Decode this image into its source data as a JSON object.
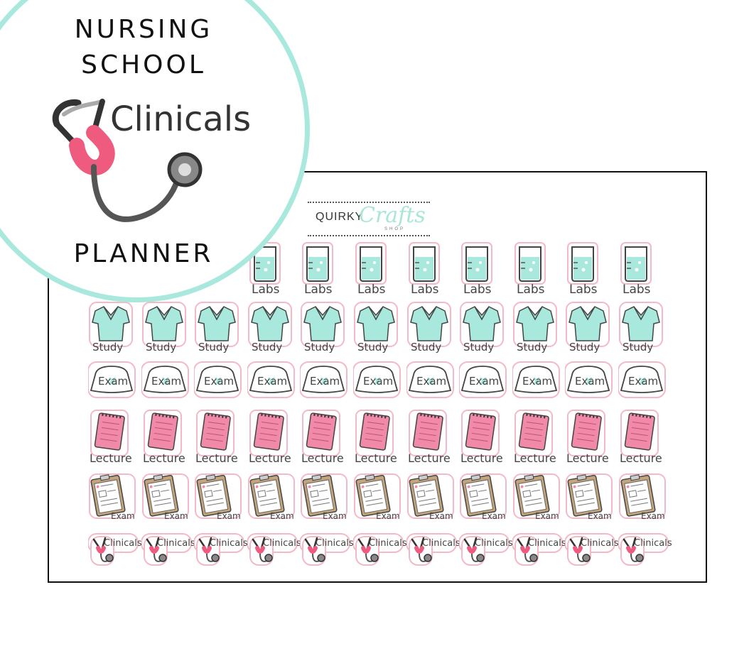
{
  "badge": {
    "line1": "NURSING",
    "line2": "SCHOOL",
    "logo_text": "Clinicals",
    "line3": "PLANNER"
  },
  "brand": {
    "name_left": "QUIRKY",
    "name_right": "Crafts",
    "tagline": "SHOP"
  },
  "sticker_rows": [
    {
      "kind": "beaker",
      "label": "Labs"
    },
    {
      "kind": "scrubs",
      "label": "Study"
    },
    {
      "kind": "cap",
      "label": "Exam"
    },
    {
      "kind": "notepad",
      "label": "Lecture"
    },
    {
      "kind": "clipboard",
      "label": "Exam"
    },
    {
      "kind": "stethoscope",
      "label": "Clinicals"
    }
  ],
  "colors": {
    "mint": "#a9e8dc",
    "pink": "#f08aa8",
    "tan": "#c4a47a",
    "outline": "#f3b9c6"
  }
}
